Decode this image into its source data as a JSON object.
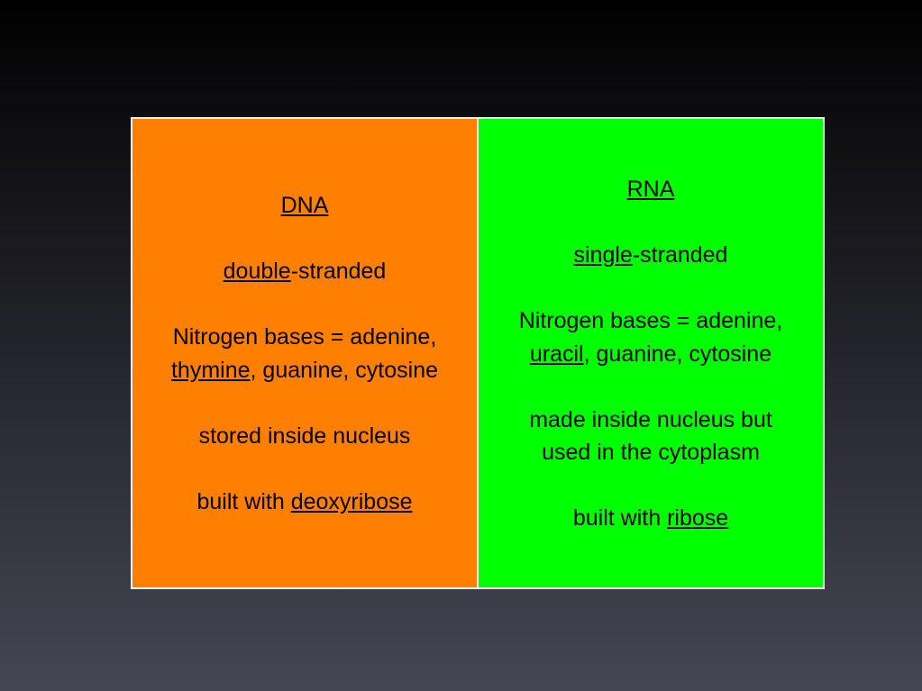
{
  "background": {
    "top_color": "#000000",
    "bottom_color": "#464653"
  },
  "table": {
    "border_color": "#f2f2f2",
    "dna": {
      "bg_color": "#ff8000",
      "heading": "DNA",
      "strand_key": "double",
      "strand_rest": "-stranded",
      "bases_line1": "Nitrogen bases = adenine,",
      "bases_key": "thymine",
      "bases_rest": ", guanine, cytosine",
      "location": "stored inside nucleus",
      "sugar_prefix": "built with ",
      "sugar_key": "deoxyribose"
    },
    "rna": {
      "bg_color": "#00ff00",
      "heading": "RNA",
      "strand_key": "single",
      "strand_rest": "-stranded",
      "bases_line1": "Nitrogen bases = adenine,",
      "bases_key": "uracil",
      "bases_rest": ", guanine, cytosine",
      "location_line1": "made inside nucleus but",
      "location_line2": "used in the cytoplasm",
      "sugar_prefix": "built with ",
      "sugar_key": "ribose"
    }
  }
}
